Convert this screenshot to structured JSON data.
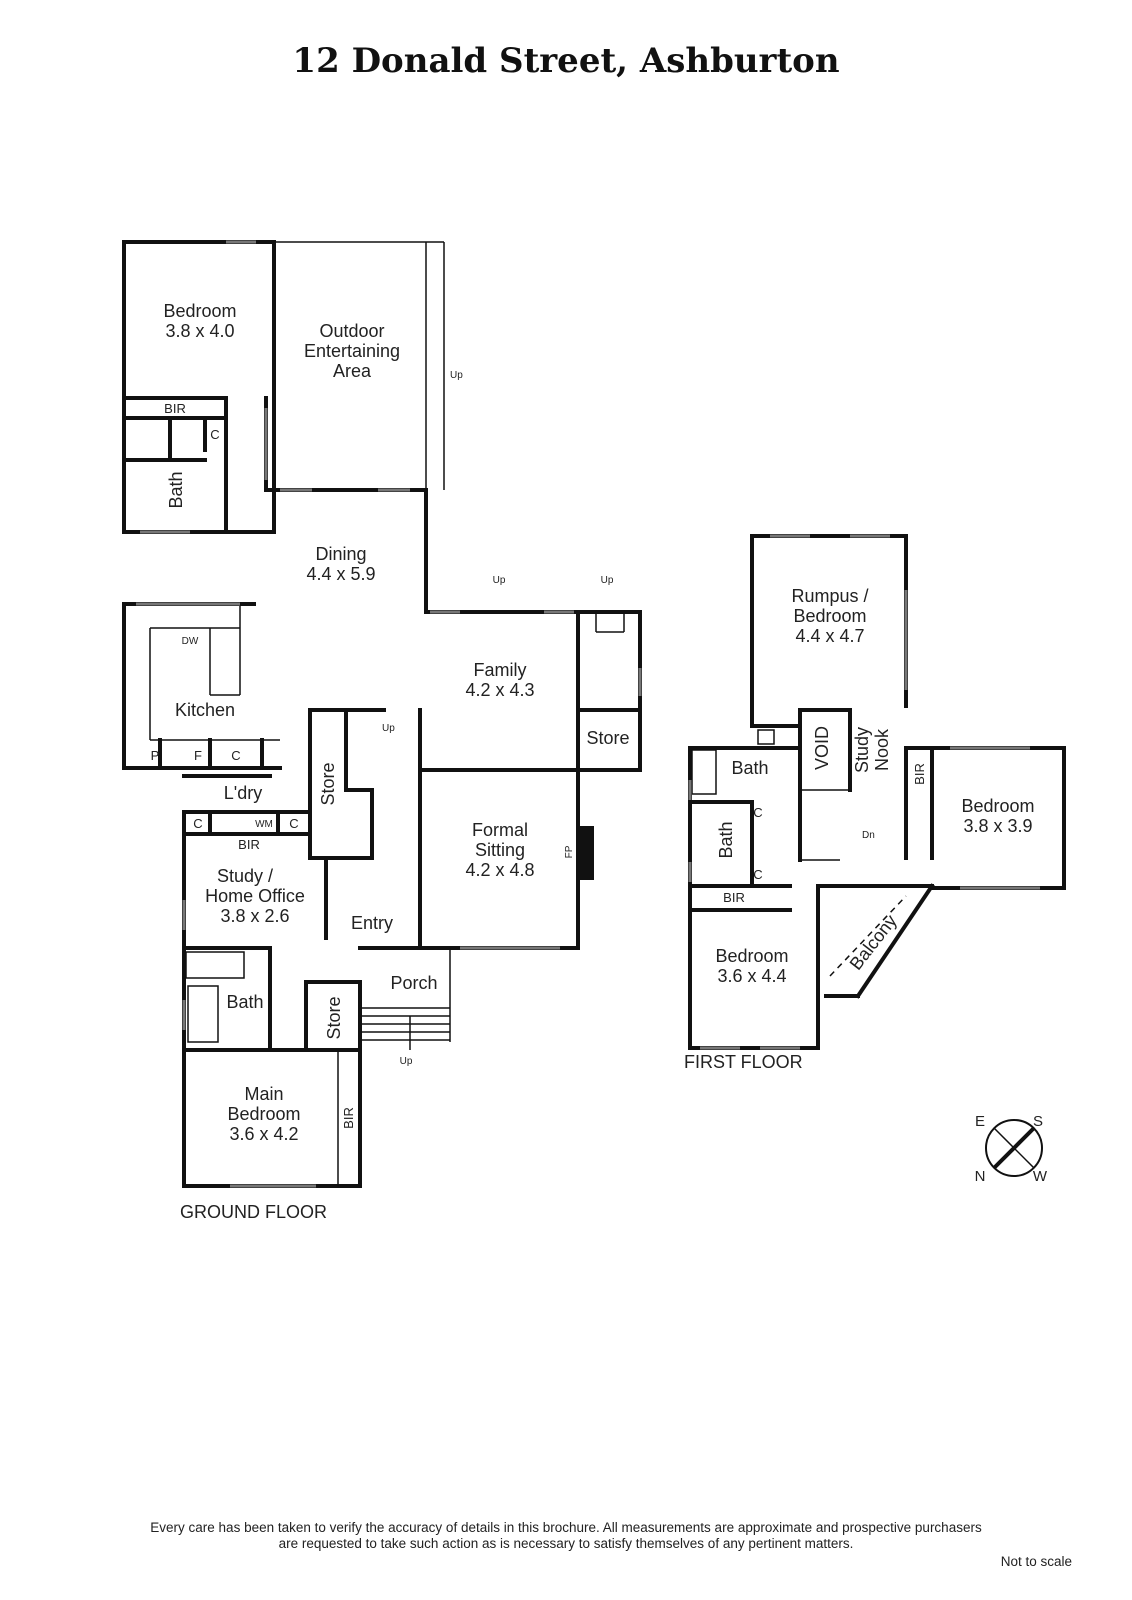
{
  "title": "12 Donald Street, Ashburton",
  "ground_floor": {
    "label": "GROUND FLOOR",
    "bedroom": {
      "name": "Bedroom",
      "size": "3.8 x 4.0"
    },
    "outdoor": {
      "line1": "Outdoor",
      "line2": "Entertaining",
      "line3": "Area",
      "up": "Up"
    },
    "bir1": "BIR",
    "c1": "C",
    "bath1": "Bath",
    "dining": {
      "name": "Dining",
      "size": "4.4 x 5.9"
    },
    "family": {
      "name": "Family",
      "size": "4.2 x 4.3",
      "up": "Up"
    },
    "store_up": "Up",
    "store1": "Store",
    "kitchen": {
      "name": "Kitchen",
      "dw": "DW",
      "p": "P",
      "f": "F",
      "c": "C"
    },
    "stair_up": "Up",
    "store2": "Store",
    "laundry": {
      "name": "L'dry",
      "c1": "C",
      "wm": "WM",
      "c2": "C"
    },
    "bir2": "BIR",
    "formal": {
      "line1": "Formal",
      "line2": "Sitting",
      "size": "4.2 x 4.8",
      "fp": "FP"
    },
    "study": {
      "line1": "Study /",
      "line2": "Home Office",
      "size": "3.8 x 2.6"
    },
    "entry": "Entry",
    "porch": "Porch",
    "porch_up": "Up",
    "bath2": "Bath",
    "store3": "Store",
    "main_bedroom": {
      "line1": "Main",
      "line2": "Bedroom",
      "size": "3.6 x 4.2"
    },
    "bir3": "BIR"
  },
  "first_floor": {
    "label": "FIRST FLOOR",
    "rumpus": {
      "line1": "Rumpus /",
      "line2": "Bedroom",
      "size": "4.4 x 4.7"
    },
    "bath": "Bath",
    "void": "VOID",
    "study_nook": {
      "line1": "Study",
      "line2": "Nook"
    },
    "bath2": "Bath",
    "c1": "C",
    "c2": "C",
    "dn": "Dn",
    "bir_right": "BIR",
    "bedroom_right": {
      "name": "Bedroom",
      "size": "3.8 x 3.9"
    },
    "bir_left": "BIR",
    "bedroom_left": {
      "name": "Bedroom",
      "size": "3.6 x 4.4"
    },
    "balcony": "Balcony"
  },
  "compass": {
    "e": "E",
    "s": "S",
    "n": "N",
    "w": "W"
  },
  "disclaimer": {
    "line1": "Every care has been taken to verify the accuracy of details in this brochure.  All measurements are approximate and prospective purchasers",
    "line2": "are requested to take such action as is necessary to satisfy themselves of any pertinent matters.",
    "scale": "Not to scale"
  }
}
